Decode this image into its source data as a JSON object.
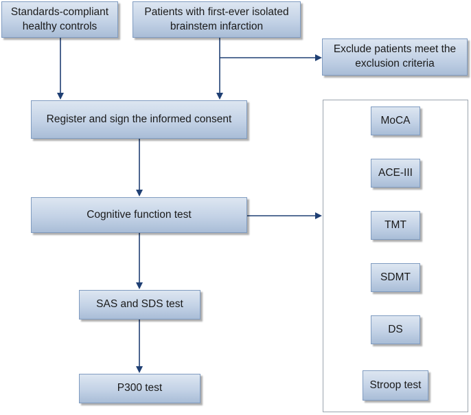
{
  "nodes": {
    "controls": "Standards-compliant healthy controls",
    "patients": "Patients with first-ever isolated brainstem infarction",
    "exclude": "Exclude patients meet the exclusion criteria",
    "register": "Register and sign the informed consent",
    "cognitive": "Cognitive function test",
    "sas_sds": "SAS and SDS test",
    "p300": "P300 test"
  },
  "cognitive_tests": [
    "MoCA",
    "ACE-III",
    "TMT",
    "SDMT",
    "DS",
    "Stroop test"
  ],
  "colors": {
    "arrow": "#1f3f73",
    "box_top": "#dde6f1",
    "box_bottom": "#a9bdd7",
    "box_border": "#7f9bc0"
  }
}
